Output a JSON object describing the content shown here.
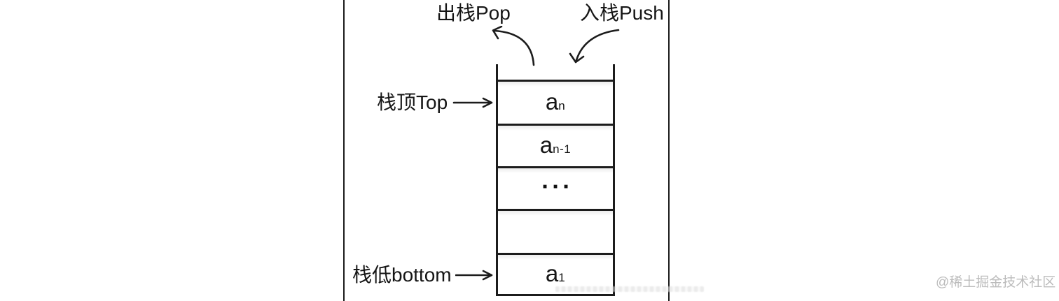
{
  "diagram": {
    "pop_label": "出栈Pop",
    "push_label": "入栈Push",
    "top_pointer_label": "栈顶Top",
    "bottom_pointer_label": "栈低bottom",
    "stack_cells": [
      {
        "base": "a",
        "sub": "n"
      },
      {
        "base": "a",
        "sub": "n-1"
      },
      {
        "dots": "■■■"
      },
      {
        "base": "",
        "sub": ""
      },
      {
        "base": "a",
        "sub": "1"
      }
    ],
    "colors": {
      "line": "#1c1c1c",
      "watermark": "#bcbcbc"
    }
  },
  "watermark_label": "@稀土掘金技术社区"
}
